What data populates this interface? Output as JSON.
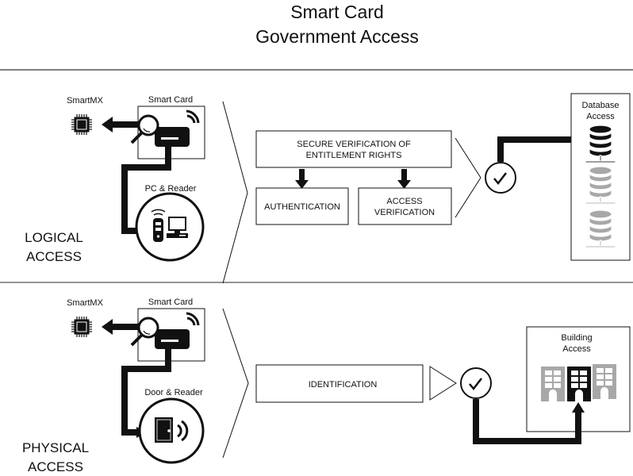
{
  "title": {
    "line1": "Smart Card",
    "line2": "Government Access"
  },
  "colors": {
    "ink": "#111111",
    "muted": "#a8a8a8",
    "rule": "#555555"
  },
  "logical": {
    "section_label": [
      "LOGICAL",
      "ACCESS"
    ],
    "chip_label": "SmartMX",
    "card_label": "Smart Card",
    "reader_label": "PC & Reader",
    "process_top": [
      "SECURE VERIFICATION OF",
      "ENTITLEMENT RIGHTS"
    ],
    "process_left": "AUTHENTICATION",
    "process_right": [
      "ACCESS",
      "VERIFICATION"
    ],
    "target_label": [
      "Database",
      "Access"
    ],
    "target_icons": [
      {
        "icon": "database-icon",
        "state": "active"
      },
      {
        "icon": "database-icon",
        "state": "inactive"
      },
      {
        "icon": "database-icon",
        "state": "inactive"
      }
    ]
  },
  "physical": {
    "section_label": [
      "PHYSICAL",
      "ACCESS"
    ],
    "chip_label": "SmartMX",
    "card_label": "Smart Card",
    "reader_label": "Door & Reader",
    "process": "IDENTIFICATION",
    "target_label": [
      "Building",
      "Access"
    ],
    "target_icons": [
      {
        "icon": "building-icon",
        "state": "inactive"
      },
      {
        "icon": "building-icon",
        "state": "active"
      },
      {
        "icon": "building-icon",
        "state": "inactive"
      }
    ]
  }
}
